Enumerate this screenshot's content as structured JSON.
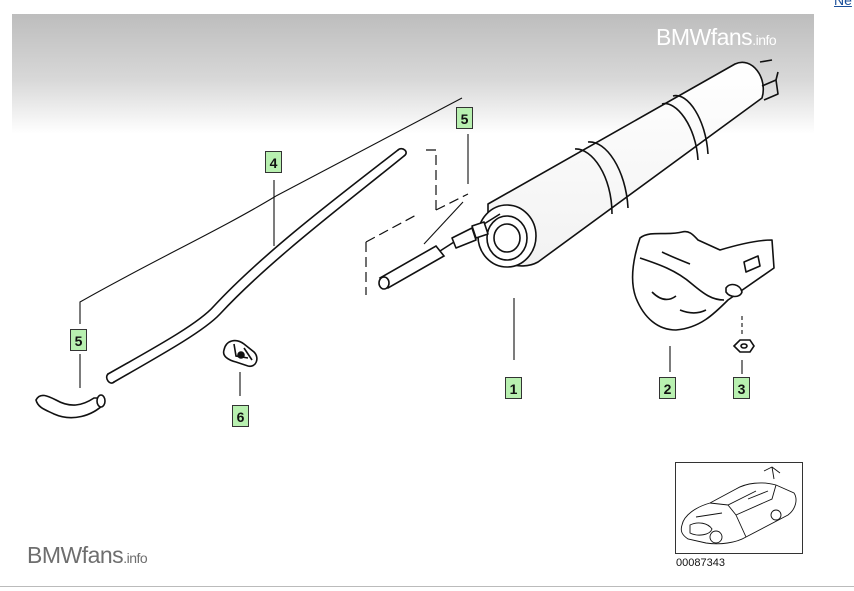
{
  "watermark": {
    "top_main": "BMWfans",
    "top_suffix": ".info",
    "bottom_main": "BMWfans",
    "bottom_suffix": ".info"
  },
  "link_fragment": "Ne",
  "callouts": {
    "c1": "1",
    "c2": "2",
    "c3": "3",
    "c4": "4",
    "c5a": "5",
    "c5b": "5",
    "c6": "6"
  },
  "thumbnail": {
    "code": "00087343"
  },
  "colors": {
    "callout_fill": "#b8f0b0",
    "band_top": "#bdbdbd",
    "line": "#111111"
  }
}
